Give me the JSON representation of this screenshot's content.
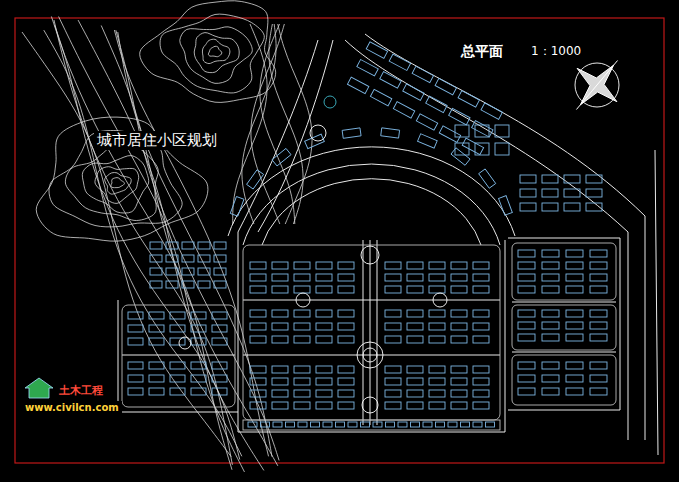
{
  "diagram": {
    "title": "总平面",
    "labels": [
      "1：1000",
      "城市居住小区规划",
      "土木工程",
      "www.civilcn.com"
    ]
  }
}
